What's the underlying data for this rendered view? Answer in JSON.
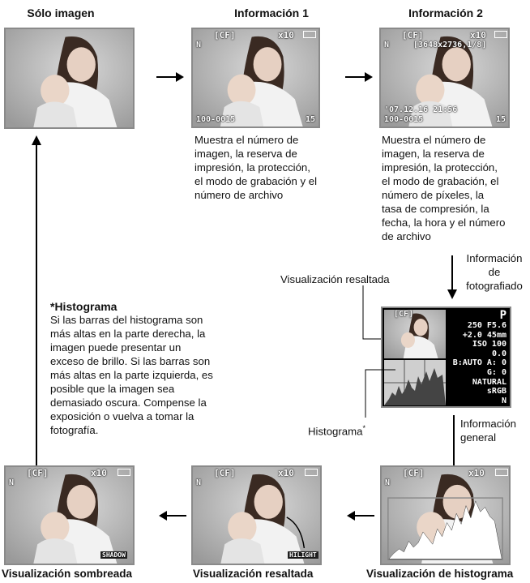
{
  "titles": {
    "only_image": "Sólo imagen",
    "info1": "Información 1",
    "info2": "Información 2"
  },
  "desc_info1": [
    "Muestra el número de",
    "imagen, la reserva de",
    "impresión, la protección,",
    "el modo de grabación y el",
    "número de archivo"
  ],
  "desc_info2": [
    "Muestra el número de",
    "imagen, la reserva de",
    "impresión, la protección,",
    "el modo de grabación, el",
    "número de píxeles, la",
    "tasa de compresión, la",
    "fecha, la hora y el número",
    "de archivo"
  ],
  "osd": {
    "card": "[CF]",
    "zoom": "x10",
    "quality": "N",
    "pixels": "[3648x2736,1/8]",
    "datetime": "'07.12.16 21:56",
    "file": "100-0015",
    "frame": "15",
    "shadow": "SHADOW",
    "hilight": "HILIGHT"
  },
  "labels": {
    "info_foto": [
      "Información",
      "de",
      "fotografiado"
    ],
    "vis_resaltada": "Visualización resaltada",
    "histograma": "Histograma",
    "histograma_mark": "*",
    "info_general": [
      "Información",
      "general"
    ]
  },
  "histogram_note": {
    "title": "*Histograma",
    "lines": [
      "Si las barras del histograma son",
      "más altas en la parte derecha, la",
      "imagen puede presentar un",
      "exceso de brillo. Si las barras son",
      "más altas en la parte izquierda, es",
      "posible que la imagen sea",
      "demasiado oscura. Compense la",
      "exposición o vuelva a tomar la",
      "fotografía."
    ]
  },
  "shooting_info": [
    "P",
    "250  F5.6",
    "+2.0  45mm",
    "ISO 100",
    "0.0",
    "B:AUTO  A: 0",
    "G: 0",
    "NATURAL",
    "sRGB",
    "N"
  ],
  "captions": {
    "shadow": "Visualización sombreada",
    "highlight": "Visualización resaltada",
    "histogram": "Visualización de histograma"
  }
}
